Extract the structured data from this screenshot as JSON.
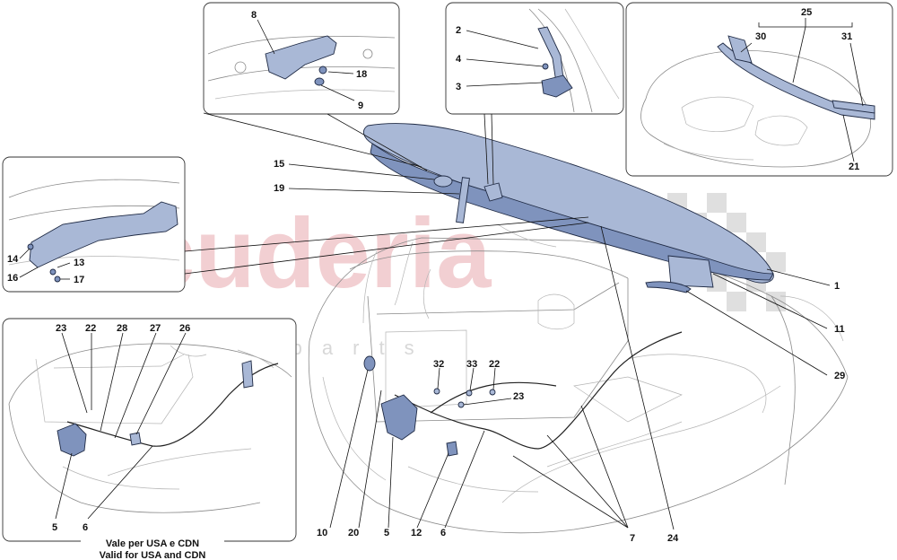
{
  "watermark": {
    "brand": "scuderia",
    "subtitle": "car parts"
  },
  "callouts": {
    "c1": "1",
    "c2": "2",
    "c3": "3",
    "c4": "4",
    "c5": "5",
    "c5b": "5",
    "c6": "6",
    "c6b": "6",
    "c7": "7",
    "c8": "8",
    "c9": "9",
    "c10": "10",
    "c11": "11",
    "c12": "12",
    "c13": "13",
    "c14": "14",
    "c15": "15",
    "c16": "16",
    "c17": "17",
    "c18": "18",
    "c19": "19",
    "c20": "20",
    "c21": "21",
    "c22": "22",
    "c22b": "22",
    "c23": "23",
    "c23b": "23",
    "c24": "24",
    "c25": "25",
    "c26": "26",
    "c27": "27",
    "c28": "28",
    "c29": "29",
    "c30": "30",
    "c31": "31",
    "c32": "32",
    "c33": "33"
  },
  "inset_caption": {
    "line1": "Vale per USA e CDN",
    "line2": "Valid for USA and CDN"
  },
  "colors": {
    "part_fill": "#a9b8d6",
    "part_stroke": "#1f2a44",
    "watermark": "#e8a8ae"
  }
}
